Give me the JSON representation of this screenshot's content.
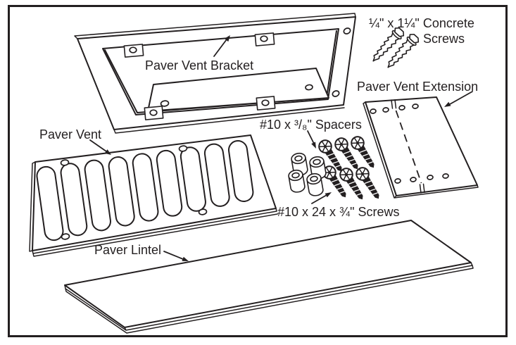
{
  "diagram": {
    "type": "parts-illustration",
    "colors": {
      "ink": "#231f20",
      "background": "#ffffff"
    },
    "labels": {
      "paver_vent_bracket": "Paver Vent Bracket",
      "concrete_screws_line1": "¼\" x 1¼\" Concrete",
      "concrete_screws_line2": "Screws",
      "paver_vent_extension": "Paver Vent Extension",
      "paver_vent": "Paver Vent",
      "spacers": "#10 x ³/₈\" Spacers",
      "machine_screws": "#10 x 24 x ¾\" Screws",
      "paver_lintel": "Paver Lintel"
    },
    "parts": [
      {
        "name": "Paver Vent Bracket",
        "quantity": 1
      },
      {
        "name": "Concrete Screws",
        "size": "¼\" x 1¼\"",
        "quantity": 2
      },
      {
        "name": "Paver Vent Extension",
        "quantity": 1
      },
      {
        "name": "Paver Vent",
        "quantity": 1
      },
      {
        "name": "Spacers",
        "size": "#10 x ³/₈\"",
        "quantity": 4
      },
      {
        "name": "Screws",
        "size": "#10 x 24 x ¾\"",
        "quantity": 6
      },
      {
        "name": "Paver Lintel",
        "quantity": 1
      }
    ]
  }
}
